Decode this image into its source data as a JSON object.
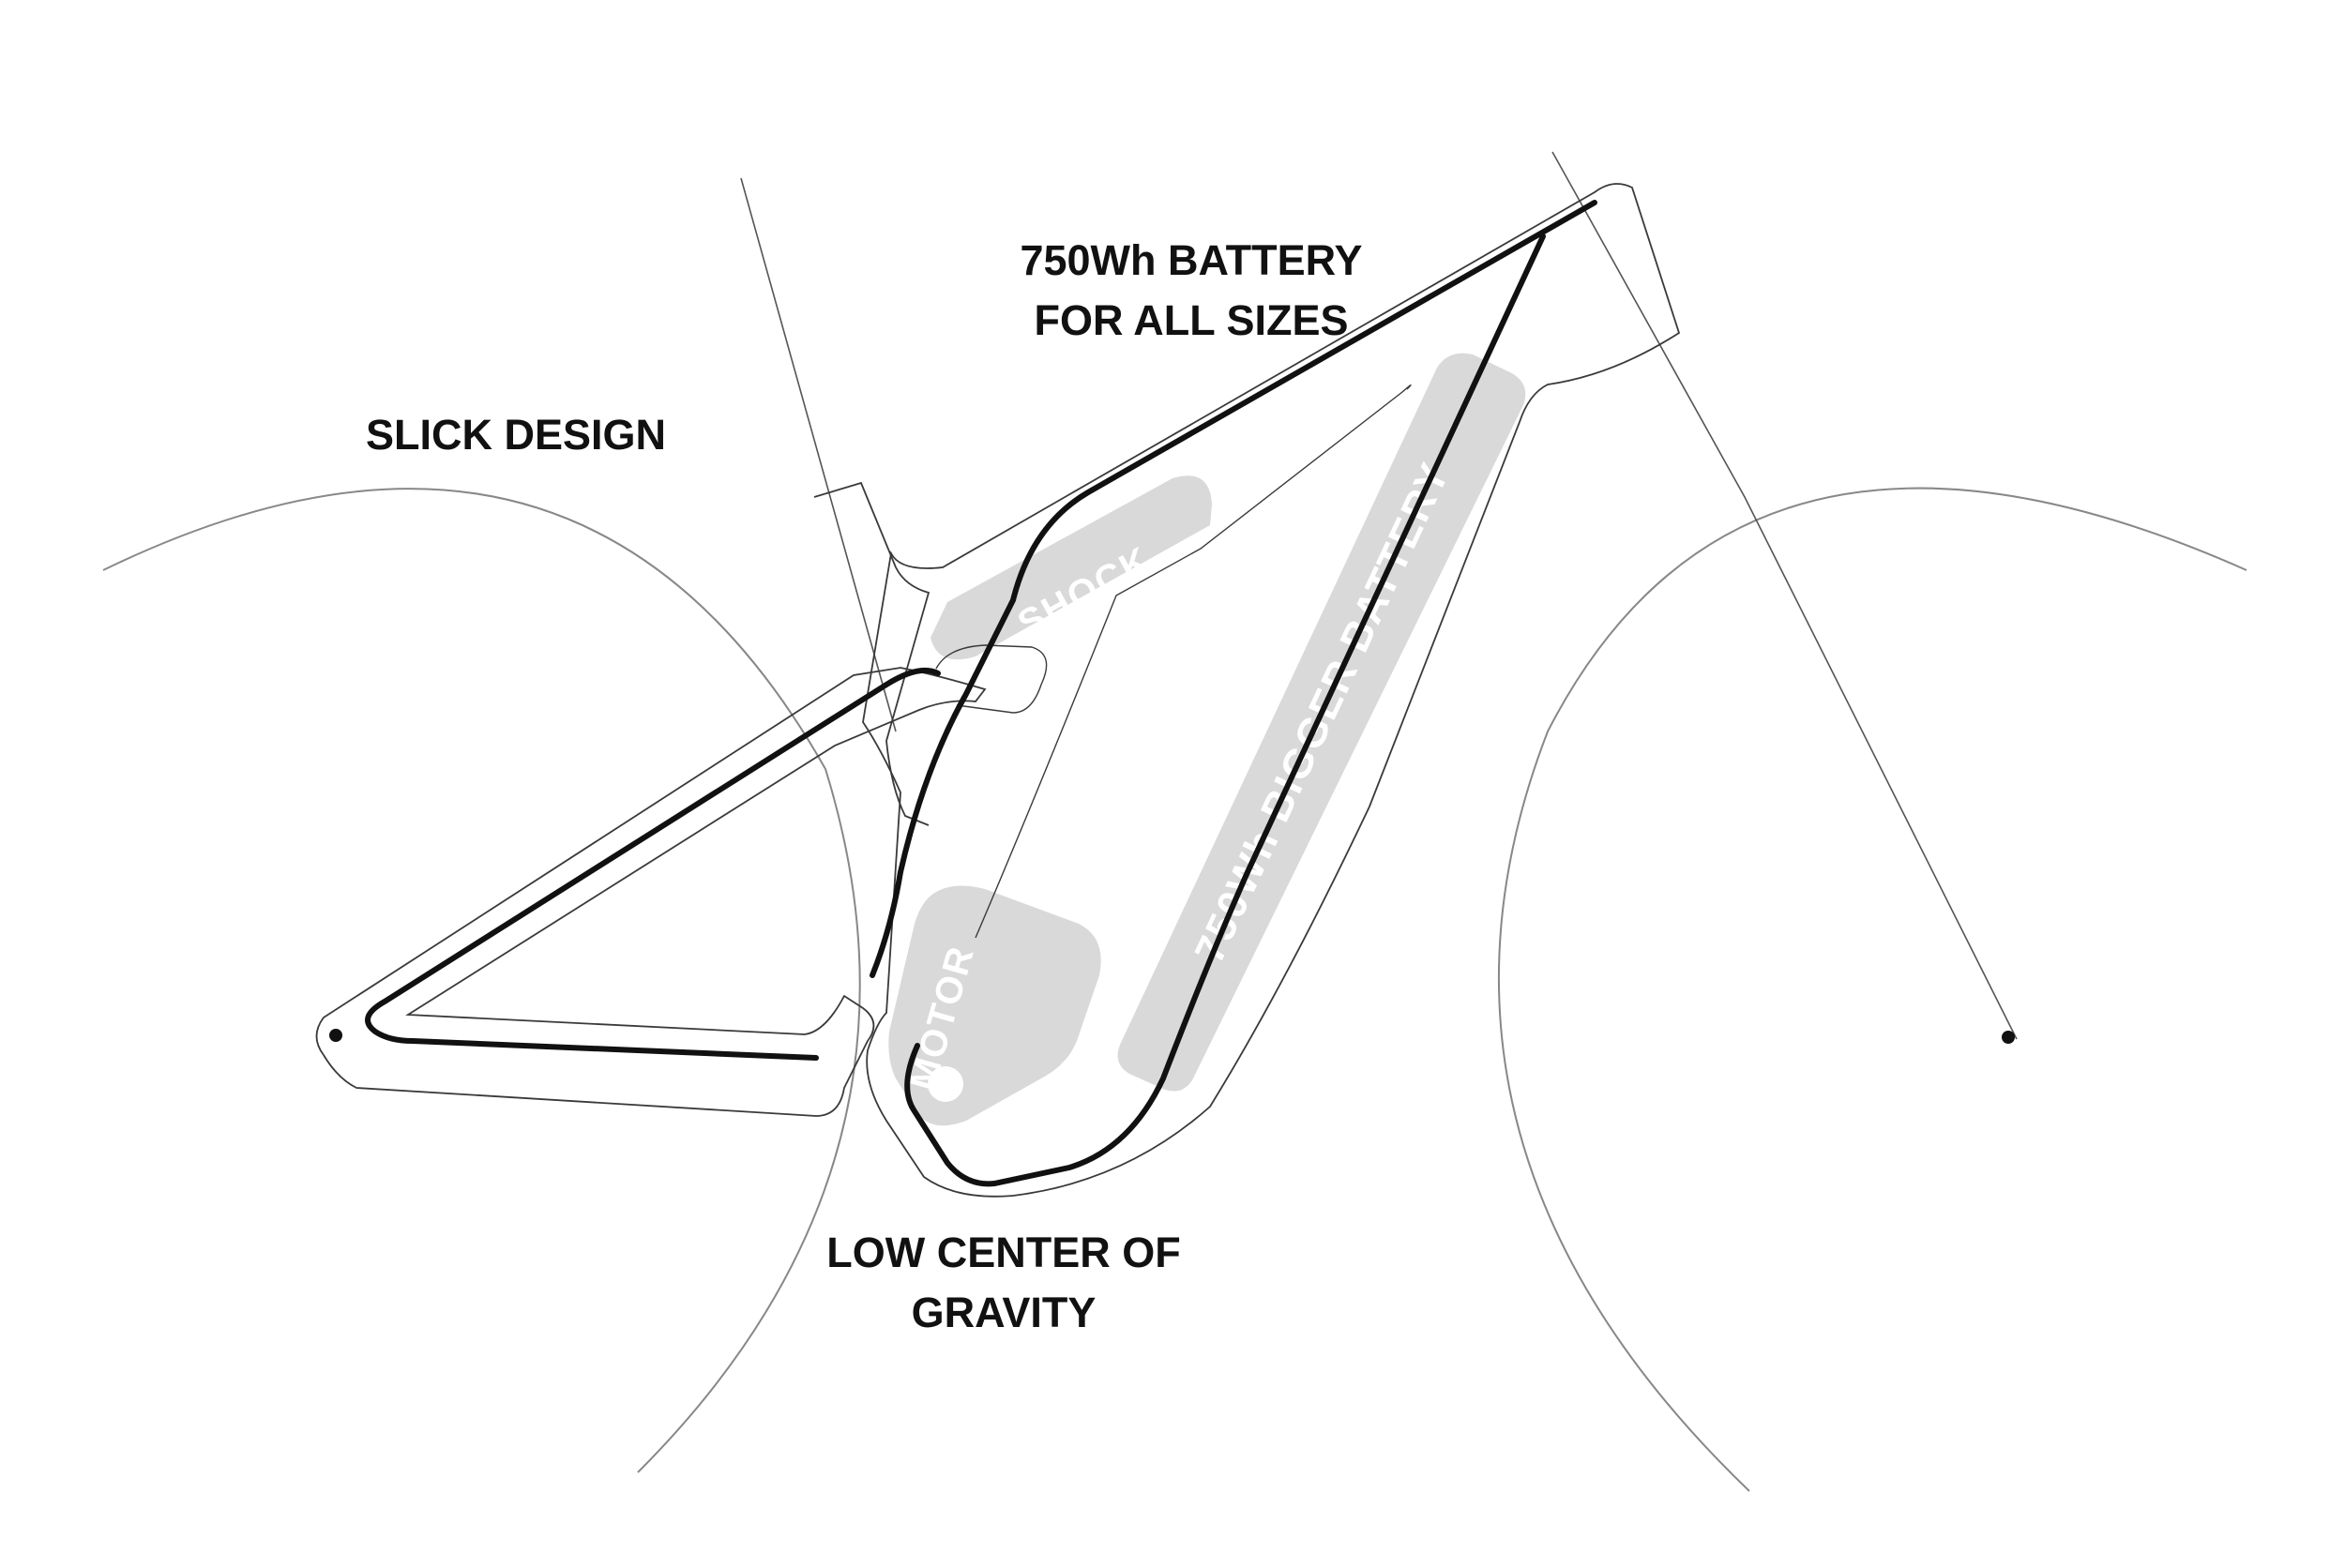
{
  "callouts": {
    "battery": {
      "line1": "750Wh BATTERY",
      "line2": "FOR ALL SIZES"
    },
    "slick": {
      "line1": "SLICK DESIGN"
    },
    "gravity": {
      "line1": "LOW CENTER OF",
      "line2": "GRAVITY"
    }
  },
  "components": {
    "shock": "SHOCK",
    "motor": "MOTOR",
    "battery": "750Wh BIGGER BATTERY"
  },
  "colors": {
    "frame_line": "#111111",
    "outline": "#3a3a3a",
    "component_fill": "#d9d9d9",
    "component_text": "#ffffff",
    "wheel": "#888888"
  }
}
